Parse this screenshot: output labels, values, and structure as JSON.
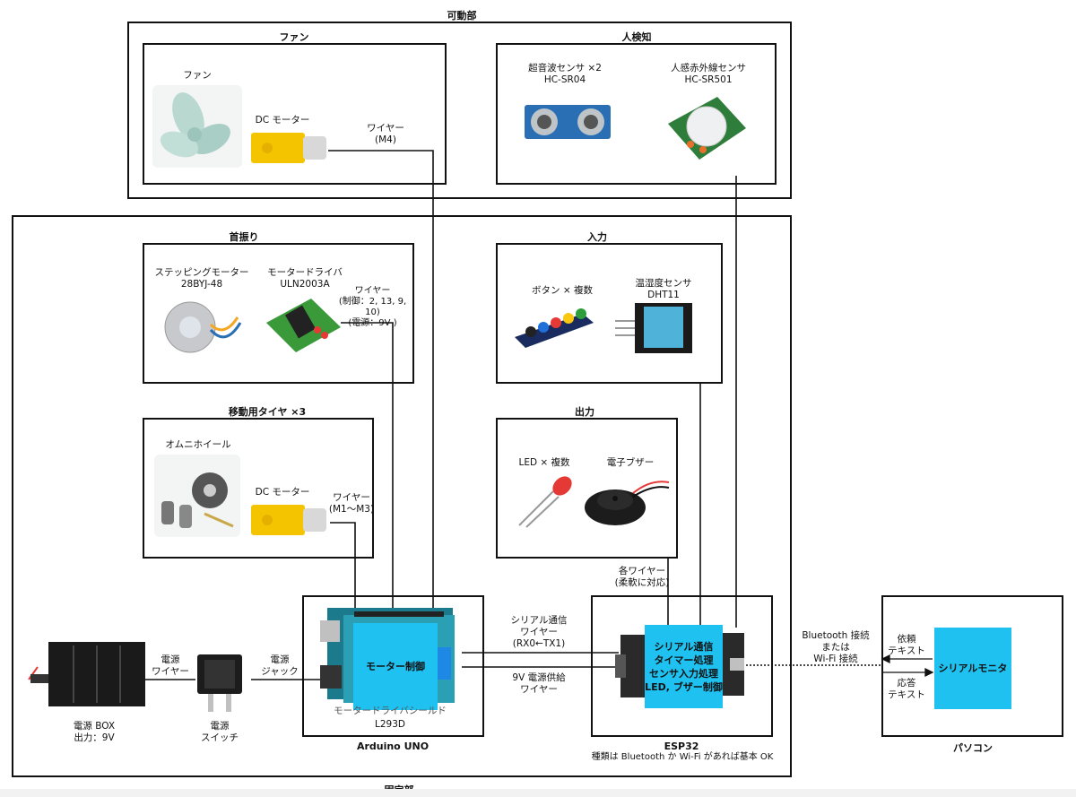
{
  "groups": {
    "movable": "可動部",
    "fixed": "固定部",
    "fan": "ファン",
    "human_detect": "人検知",
    "neck": "首振り",
    "input": "入力",
    "tires": "移動用タイヤ ×3",
    "output": "出力",
    "arduino": "Arduino UNO",
    "esp32": "ESP32",
    "esp32_note": "種類は Bluetooth か Wi-Fi があれば基本 OK",
    "pc": "パソコン"
  },
  "components": {
    "fan_label": "ファン",
    "fan_dc_motor": "DC モーター",
    "fan_wire": "ワイヤー\n(M4)",
    "ultrasonic": "超音波センサ ×2\nHC-SR04",
    "pir": "人感赤外線センサ\nHC-SR501",
    "stepper": "ステッピングモーター\n28BYJ-48",
    "motor_driver": "モータードライバ\nULN2003A",
    "stepper_wire": "ワイヤー\n(制御：2, 13, 9, 10)\n(電源：9V )",
    "buttons": "ボタン × 複数",
    "dht": "温湿度センサ\nDHT11",
    "omni": "オムニホイール",
    "tire_dc_motor": "DC モーター",
    "tire_wire": "ワイヤー\n(M1〜M3)",
    "led": "LED × 複数",
    "buzzer": "電子ブザー",
    "each_wire": "各ワイヤー\n(柔軟に対応)",
    "motor_control": "モーター制御",
    "motor_shield": "モータードライバシールド",
    "l293d": "L293D",
    "esp_tasks": "シリアル通信\nタイマー処理\nセンサ入力処理\nLED, ブザー制御",
    "serial_wire": "シリアル通信\nワイヤー\n(RX0←TX1)",
    "power_wire_9v": "9V 電源供給\nワイヤー",
    "power_box": "電源 BOX\n出力：9V",
    "power_wire": "電源\nワイヤー",
    "power_switch": "電源\nスイッチ",
    "power_jack": "電源\nジャック",
    "bt_conn": "Bluetooth 接続\nまたは\nWi-Fi 接続",
    "request_text": "依頼\nテキスト",
    "response_text": "応答\nテキスト",
    "serial_monitor": "シリアルモニタ"
  },
  "colors": {
    "highlight": "#1ec1f0",
    "line": "#111111"
  }
}
